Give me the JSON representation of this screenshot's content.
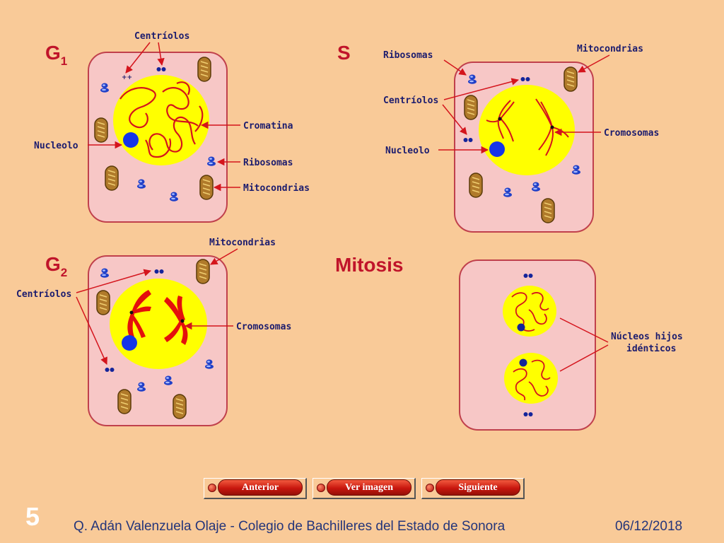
{
  "phases": {
    "g1": {
      "letter": "G",
      "sub": "1"
    },
    "s": {
      "letter": "S"
    },
    "g2": {
      "letter": "G",
      "sub": "2"
    },
    "mitosis": {
      "letter": "Mitosis"
    }
  },
  "labels": {
    "g1_centriolos": "Centríolos",
    "g1_nucleolo": "Nucleolo",
    "g1_cromatina": "Cromatina",
    "g1_ribosomas": "Ribosomas",
    "g1_mitocondrias": "Mitocondrias",
    "s_ribosomas": "Ribosomas",
    "s_mitocondrias": "Mitocondrias",
    "s_centriolos": "Centríolos",
    "s_cromosomas": "Cromosomas",
    "s_nucleolo": "Nucleolo",
    "g2_mitocondrias": "Mitocondrias",
    "g2_centriolos": "Centríolos",
    "g2_cromosomas": "Cromosomas",
    "mit_nucleos_1": "Núcleos hijos",
    "mit_nucleos_2": "idénticos"
  },
  "nav": {
    "anterior": "Anterior",
    "ver_imagen": "Ver imagen",
    "siguiente": "Siguiente"
  },
  "footer": {
    "slide_number": "5",
    "author": "Q. Adán Valenzuela Olaje - Colegio de Bachilleres del Estado de Sonora",
    "date": "06/12/2018"
  },
  "colors": {
    "background": "#f9ca98",
    "cell_fill": "#f7c7c6",
    "cell_border": "#c0404c",
    "nucleus": "#ffff00",
    "chromatin": "#d4141c",
    "nucleolus": "#1535e8",
    "label_text": "#1c1c6e",
    "phase_title": "#c0142a"
  }
}
